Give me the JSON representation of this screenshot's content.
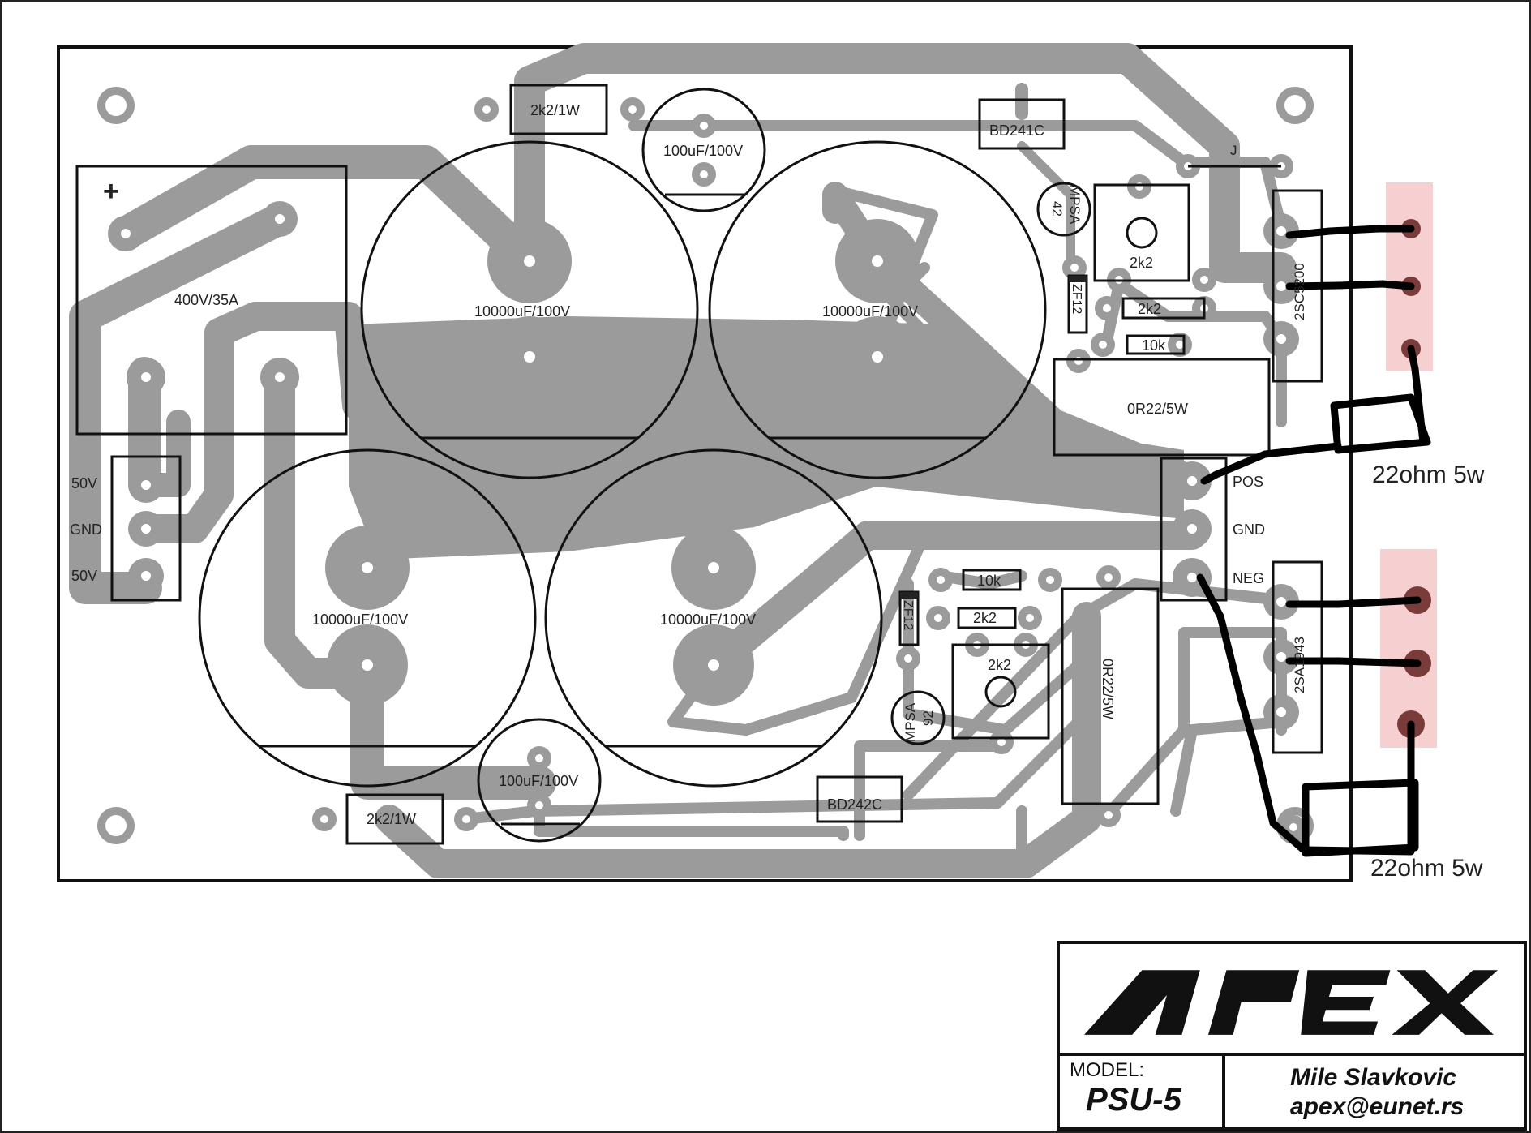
{
  "board": {
    "transformer": "400V/35A",
    "plus_sign": "+",
    "caps_big": [
      "10000uF/100V",
      "10000uF/100V",
      "10000uF/100V",
      "10000uF/100V"
    ],
    "caps_small": [
      "100uF/100V",
      "100uF/100V"
    ],
    "res_1w": [
      "2k2/1W",
      "2k2/1W"
    ],
    "transistors": [
      "BD241C",
      "BD242C"
    ],
    "mpsa_top": [
      "MPSA",
      "42"
    ],
    "mpsa_bottom": [
      "MPSA",
      "92"
    ],
    "zener": [
      "ZF12",
      "ZF12"
    ],
    "trimmers": [
      "2k2",
      "2k2"
    ],
    "res_small": [
      "2k2",
      "10k",
      "10k",
      "2k2"
    ],
    "power_res": [
      "0R22/5W",
      "0R22/5W"
    ],
    "output_transistors": [
      "2SC5200",
      "2SA1943"
    ],
    "jumper": "J",
    "input_labels": [
      "50V",
      "GND",
      "50V"
    ],
    "output_labels": [
      "POS",
      "GND",
      "NEG"
    ],
    "added_resistors": [
      "22ohm 5w",
      "22ohm 5w"
    ]
  },
  "titleblock": {
    "brand": "APEX",
    "model_label": "MODEL:",
    "model": "PSU-5",
    "author": "Mile Slavkovic",
    "email": "apex@eunet.rs"
  }
}
